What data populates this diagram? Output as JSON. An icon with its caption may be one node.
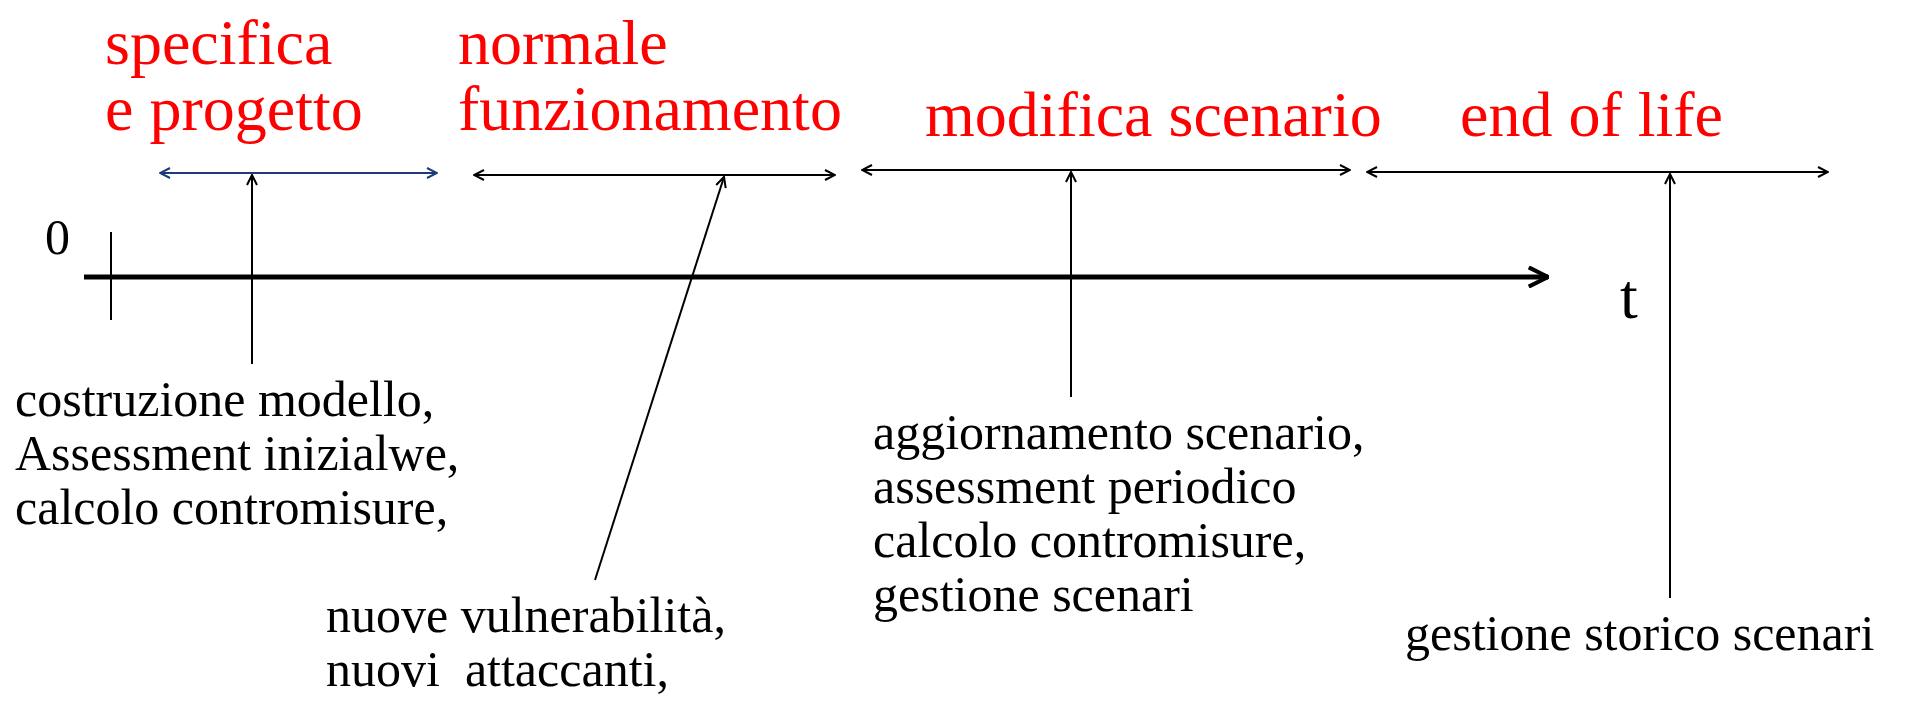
{
  "diagram": {
    "nodes": [
      {
        "text": [
          "specifica e progetto"
        ]
      },
      {
        "text": [
          "normale funzionamento"
        ]
      },
      {
        "text": [
          "modifica scenario"
        ]
      },
      {
        "text": [
          "end of life"
        ]
      },
      {
        "text": [
          "costruzione modello, Assessment inizialwe, calcolo contromisure,"
        ]
      },
      {
        "text": [
          "nuove vulnerabilità, nuovi  attaccanti,"
        ]
      },
      {
        "text": [
          "aggiornamento scenario, assessment periodico calcolo contromisure, gestione scenari"
        ]
      },
      {
        "text": [
          "gestione storico scenari"
        ]
      }
    ],
    "edges": [
      {
        "from": 4,
        "to": 0,
        "arrow": "to"
      },
      {
        "from": 5,
        "to": 1,
        "arrow": "to"
      },
      {
        "from": 6,
        "to": 2,
        "arrow": "to"
      },
      {
        "from": 7,
        "to": 3,
        "arrow": "to"
      }
    ],
    "labels": [
      "0",
      "t"
    ]
  }
}
